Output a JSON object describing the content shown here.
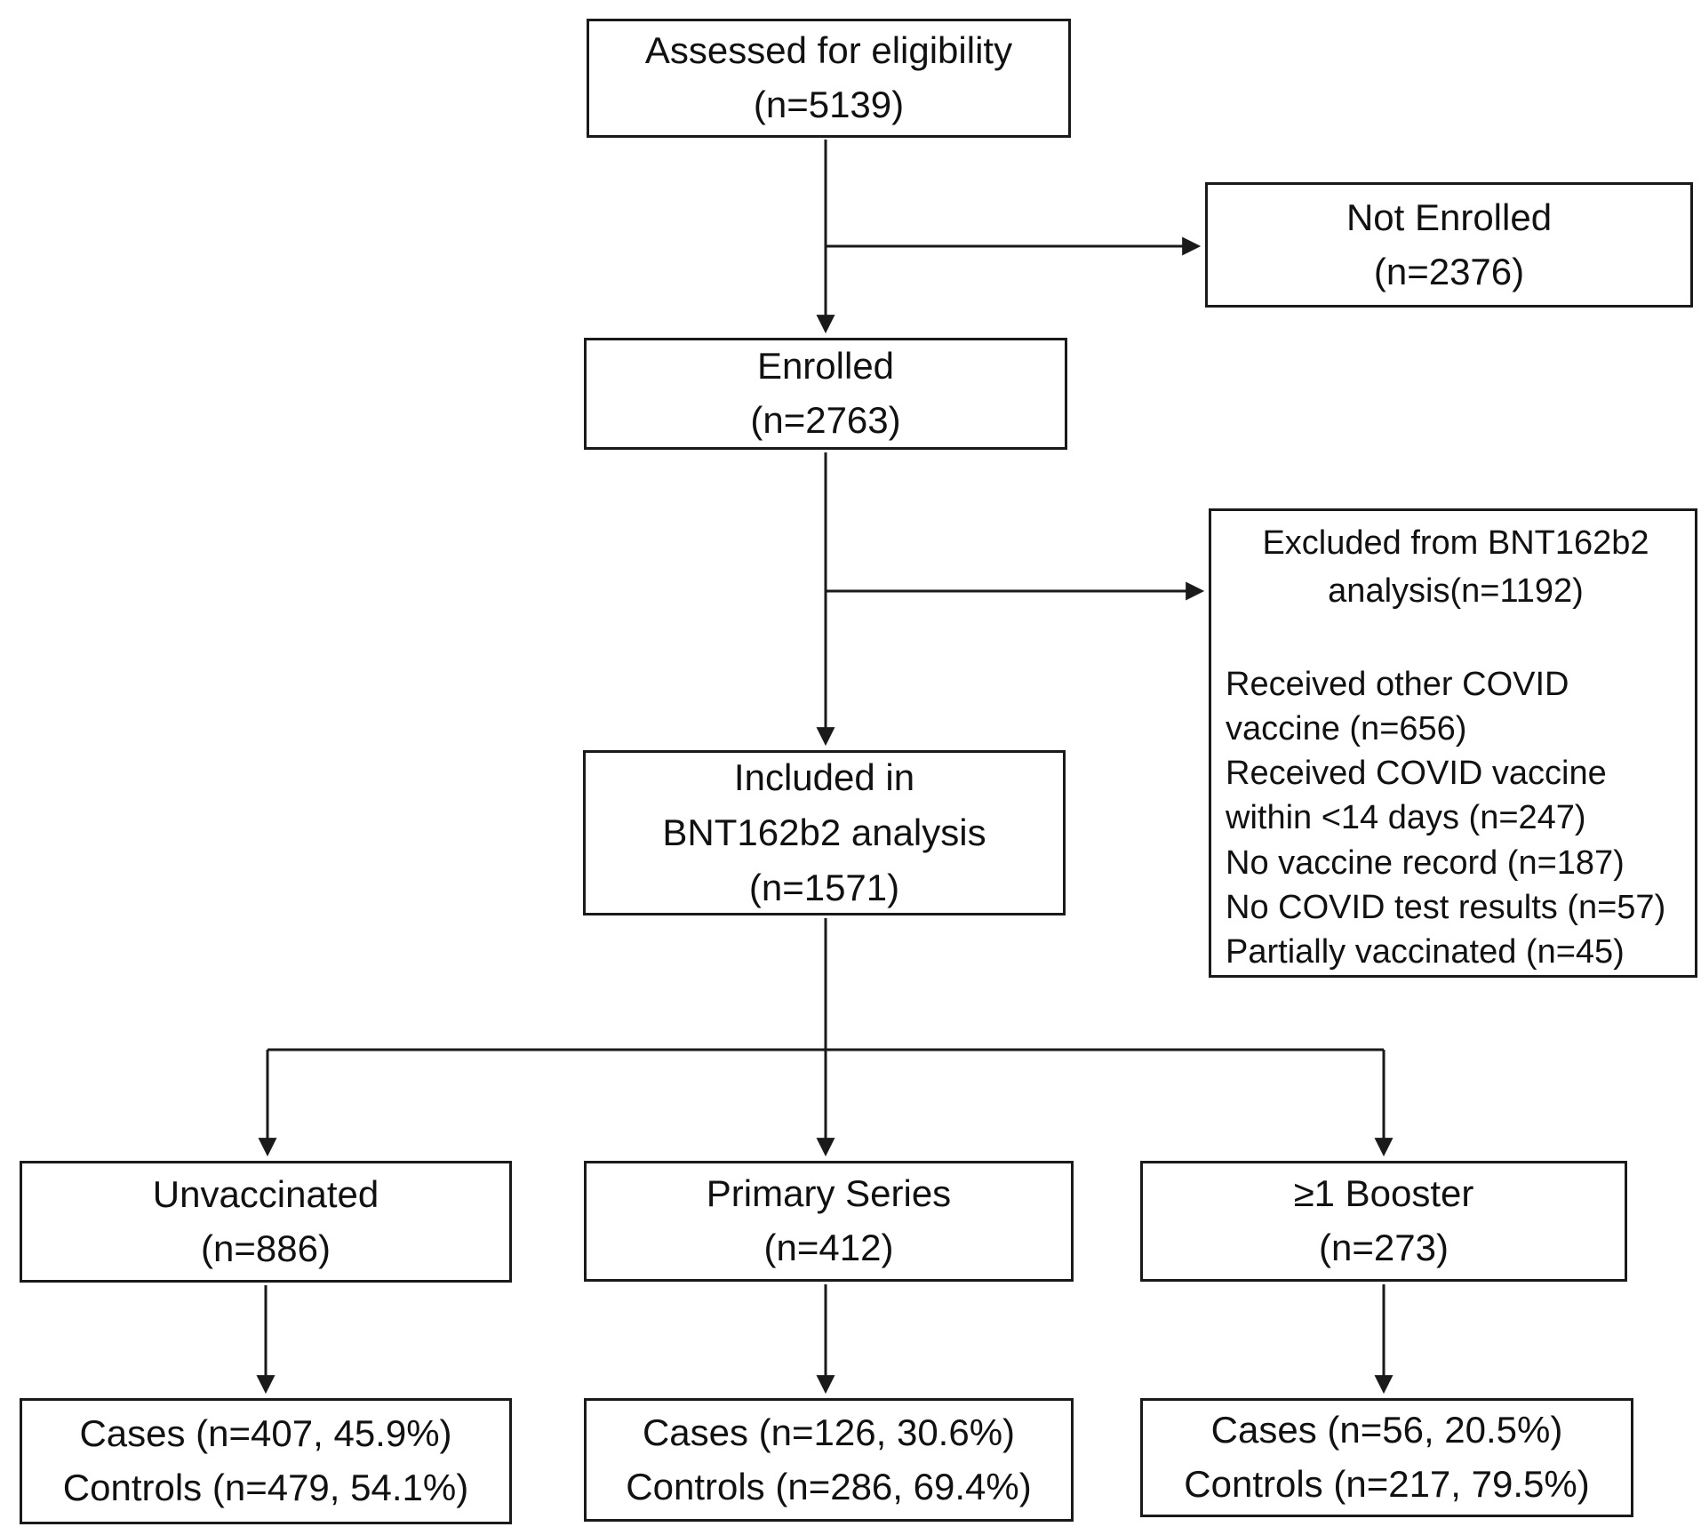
{
  "figure": {
    "description": "Participant flow diagram for BNT162b2 vaccine analysis",
    "colors": {
      "background": "#ffffff",
      "line": "#1a1a1a",
      "text": "#111111"
    }
  },
  "boxes": {
    "assessed": {
      "lines": [
        "Assessed for eligibility",
        "(n=5139)"
      ]
    },
    "not_enrolled": {
      "lines": [
        "Not Enrolled",
        "(n=2376)"
      ]
    },
    "enrolled": {
      "lines": [
        "Enrolled",
        "(n=2763)"
      ]
    },
    "excluded": {
      "title_lines": [
        "Excluded from BNT162b2",
        "analysis(n=1192)"
      ],
      "detail_lines": [
        "Received other COVID",
        "vaccine (n=656)",
        "Received COVID vaccine",
        "within <14 days (n=247)",
        "No vaccine record (n=187)",
        "No COVID test results (n=57)",
        "Partially vaccinated (n=45)"
      ]
    },
    "included": {
      "lines": [
        "Included in",
        "BNT162b2 analysis",
        "(n=1571)"
      ]
    },
    "unvaccinated": {
      "lines": [
        "Unvaccinated",
        "(n=886)"
      ]
    },
    "primary_series": {
      "lines": [
        "Primary Series",
        "(n=412)"
      ]
    },
    "booster": {
      "lines": [
        "≥1 Booster",
        "(n=273)"
      ]
    },
    "unvaccinated_outcomes": {
      "lines": [
        "Cases (n=407, 45.9%)",
        "Controls (n=479, 54.1%)"
      ]
    },
    "primary_series_outcomes": {
      "lines": [
        "Cases (n=126, 30.6%)",
        "Controls (n=286, 69.4%)"
      ]
    },
    "booster_outcomes": {
      "lines": [
        "Cases (n=56, 20.5%)",
        "Controls (n=217, 79.5%)"
      ]
    }
  }
}
